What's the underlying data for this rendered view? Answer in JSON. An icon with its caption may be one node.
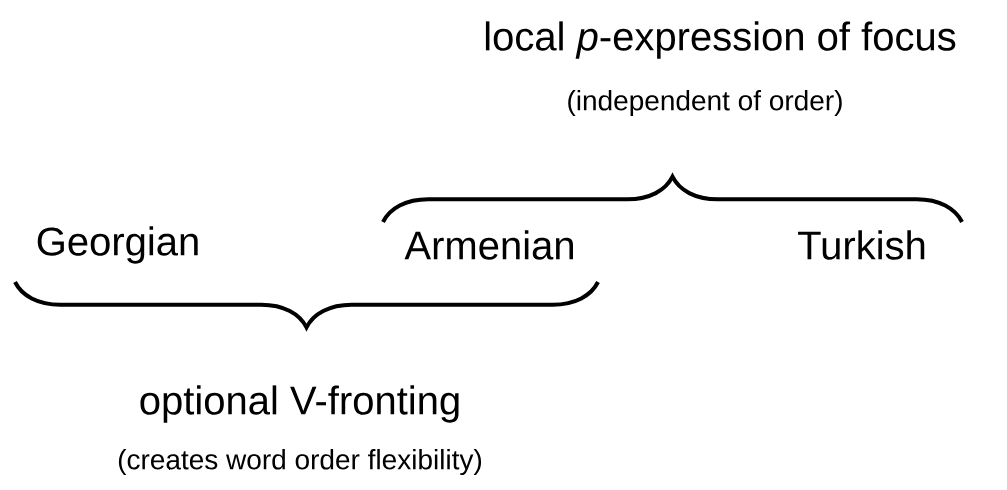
{
  "diagram": {
    "labels": [
      "local *p*-expression of focus",
      "(independent of order)",
      "Georgian",
      "Armenian",
      "Turkish",
      "optional V-fronting",
      "(creates word order flexibility)"
    ]
  }
}
